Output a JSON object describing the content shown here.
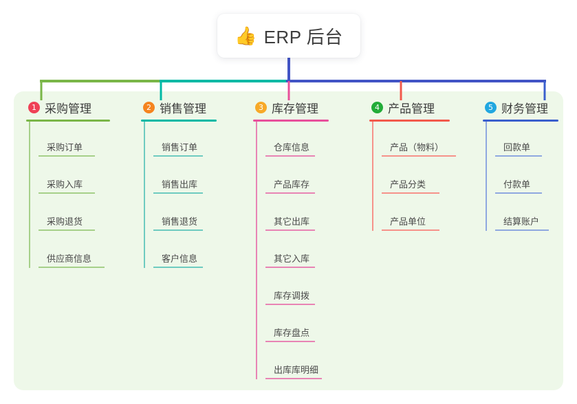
{
  "diagram": {
    "type": "mindmap",
    "root": {
      "icon": "thumbs-up-emoji",
      "icon_glyph": "👍",
      "title": "ERP 后台"
    },
    "panel_color": "#eef8e9",
    "background_color": "#ffffff",
    "branches": [
      {
        "number": "1",
        "title": "采购管理",
        "badge_color": "#ef4056",
        "line_color": "#7ab648",
        "leaf_color": "#a6d089",
        "children": [
          "采购订单",
          "采购入库",
          "采购退货",
          "供应商信息"
        ]
      },
      {
        "number": "2",
        "title": "销售管理",
        "badge_color": "#f5841f",
        "line_color": "#00b9a5",
        "leaf_color": "#6ecbc0",
        "children": [
          "销售订单",
          "销售出库",
          "销售退货",
          "客户信息"
        ]
      },
      {
        "number": "3",
        "title": "库存管理",
        "badge_color": "#f7a928",
        "line_color": "#e8509b",
        "leaf_color": "#e884b4",
        "children": [
          "仓库信息",
          "产品库存",
          "其它出库",
          "其它入库",
          "库存调拨",
          "库存盘点",
          "出库库明细"
        ]
      },
      {
        "number": "4",
        "title": "产品管理",
        "badge_color": "#22ac38",
        "line_color": "#f2594b",
        "leaf_color": "#f6928a",
        "children": [
          "产品（物料）",
          "产品分类",
          "产品单位"
        ]
      },
      {
        "number": "5",
        "title": "财务管理",
        "badge_color": "#21a7e0",
        "line_color": "#3a5fcd",
        "leaf_color": "#8fa8e0",
        "children": [
          "回款单",
          "付款单",
          "结算账户"
        ]
      }
    ],
    "connector": {
      "trunk_color": "#4254c5",
      "bar_segment_colors": [
        "#7ab648",
        "#00b9a5",
        "#4254c5"
      ],
      "drop_colors": [
        "#7ab648",
        "#00b9a5",
        "#e8509b",
        "#f2594b",
        "#3a5fcd"
      ]
    }
  }
}
